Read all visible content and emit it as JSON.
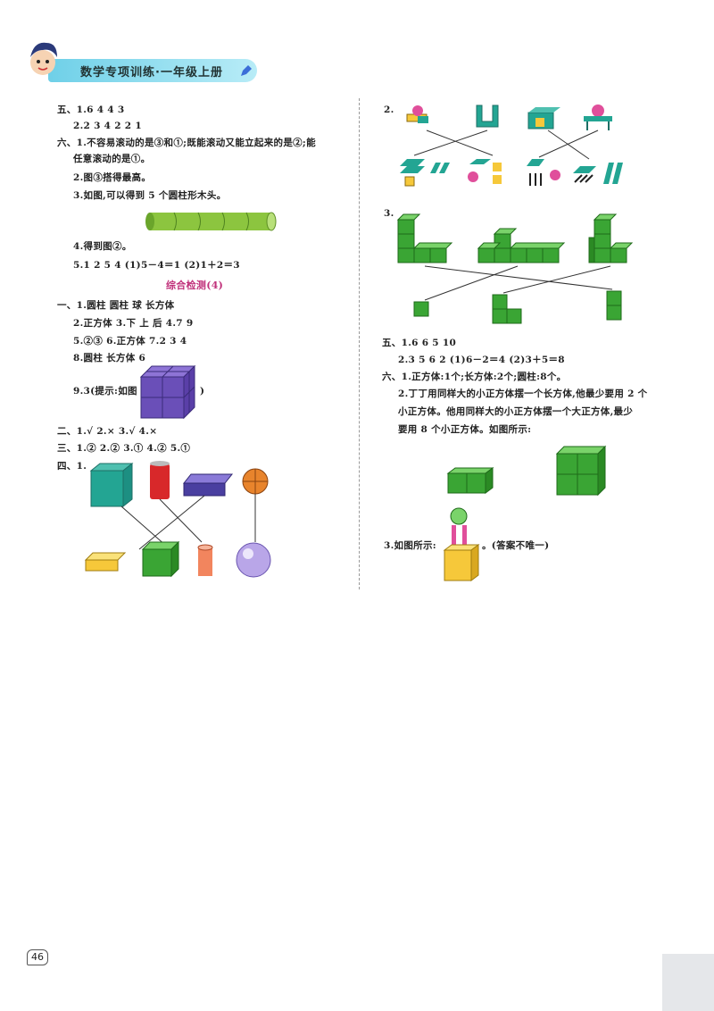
{
  "header": {
    "title": "数学专项训练·一年级上册"
  },
  "left": {
    "l1": "五、1.6   4   4   3",
    "l2": "2.2   3   4   2   2   1",
    "l3": "六、1.不容易滚动的是③和①;既能滚动又能立起来的是②;能",
    "l4": "任意滚动的是①。",
    "l5": "2.图③搭得最高。",
    "l6": "3.如图,可以得到 5 个圆柱形木头。",
    "l7": "4.得到图②。",
    "l8": "5.1   2   5   4  (1)5－4＝1  (2)1＋2＝3",
    "section": "综合检测(4)",
    "l9": "一、1.圆柱   圆柱    球   长方体",
    "l10": "2.正方体  3.下   上   后   4.7   9",
    "l11": "5.②③  6.正方体  7.2   3   4",
    "l12": "8.圆柱   长方体    6",
    "l13a": "9.3(提示:如图",
    "l13b": ")",
    "l14": "二、1.√   2.×   3.√   4.×",
    "l15": "三、1.②   2.②   3.①   4.②   5.①",
    "l16": "四、1."
  },
  "right": {
    "r_q2": "2.",
    "r_q3": "3.",
    "r1": "五、1.6   6   5   10",
    "r2": "2.3   5   6   2  (1)6－2＝4  (2)3＋5＝8",
    "r3": "六、1.正方体:1个;长方体:2个;圆柱:8个。",
    "r4": "2.丁丁用同样大的小正方体摆一个长方体,他最少要用 2 个",
    "r5": "小正方体。他用同样大的小正方体摆一个大正方体,最少",
    "r6": "要用 8 个小正方体。如图所示:",
    "r7a": "3.如图所示:",
    "r7b": "。(答案不唯一)"
  },
  "page_number": "46",
  "colors": {
    "green": "#3aa534",
    "purple": "#6a4fb8",
    "teal": "#23a593",
    "yellow": "#f6c83a",
    "pink": "#e04f9b"
  }
}
